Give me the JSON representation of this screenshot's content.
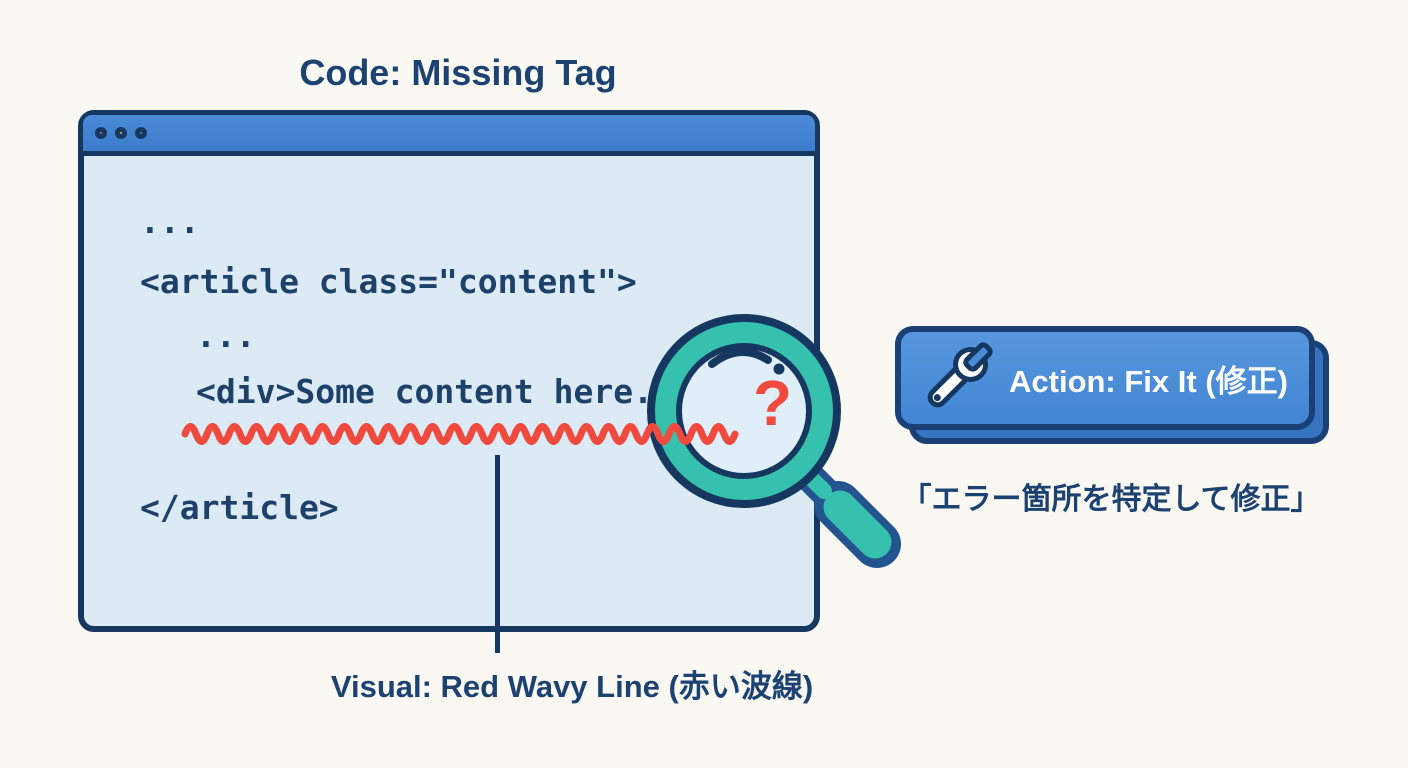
{
  "colors": {
    "background": "#faf8f2",
    "navy_outline": "#16375f",
    "text_blue": "#1c4272",
    "titlebar_blue": "#4080d0",
    "window_body": "#dceaf6",
    "button_blue": "#4a8dd6",
    "button_shadow": "#3674c0",
    "teal": "#36c0ae",
    "error_red": "#f04a3e",
    "traffic_red": "#e8605f",
    "traffic_yellow": "#eebb4d",
    "traffic_green": "#2ba87d"
  },
  "header": {
    "title": "Code: Missing Tag"
  },
  "browser_window": {
    "traffic_lights": [
      "#e8605f",
      "#eebb4d",
      "#2ba87d"
    ],
    "code_lines": [
      {
        "text": "...",
        "indent": 0
      },
      {
        "text": "<article class=\"content\">",
        "indent": 0
      },
      {
        "text": "...",
        "indent": 1
      },
      {
        "text": "<div>Some content here.",
        "indent": 1
      },
      {
        "text": "</article>",
        "indent": 0
      }
    ]
  },
  "annotations": {
    "question_mark": "?",
    "magnifier_icon": "magnifier-icon",
    "wavy_line_color": "#f04a3e",
    "wavy_caption": "Visual: Red Wavy Line (赤い波線)"
  },
  "action_panel": {
    "button_label": "Action: Fix It (修正)",
    "wrench_icon": "wrench-icon",
    "subtitle": "「エラー箇所を特定して修正」"
  }
}
